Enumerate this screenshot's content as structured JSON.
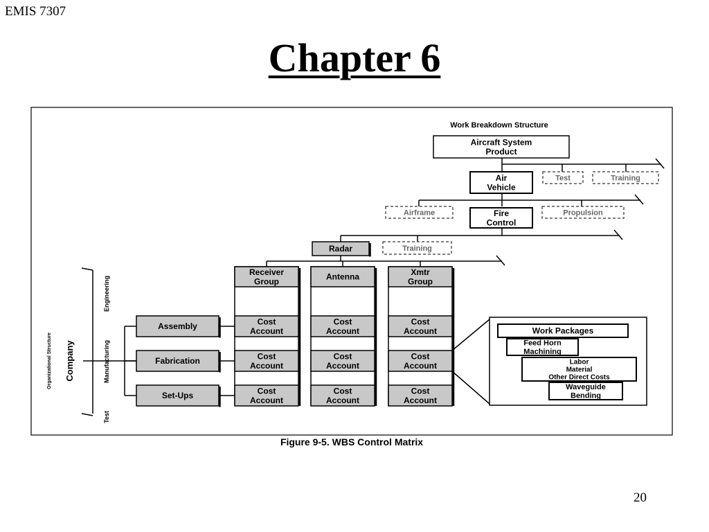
{
  "header": {
    "course_label": "EMIS 7307",
    "title": "Chapter 6"
  },
  "footer": {
    "page_number": "20"
  },
  "figure": {
    "caption": "Figure 9-5. WBS Control Matrix",
    "wbs_heading": "Work Breakdown Structure",
    "aircraft_system": [
      "Aircraft System",
      "Product"
    ],
    "air_vehicle": [
      "Air",
      "Vehicle"
    ],
    "test": "Test",
    "training": "Training",
    "airframe": "Airframe",
    "fire_control": [
      "Fire",
      "Control"
    ],
    "propulsion": "Propulsion",
    "radar": "Radar",
    "training_2": "Training",
    "receiver_group": [
      "Receiver",
      "Group"
    ],
    "antenna": "Antenna",
    "xmtr_group": [
      "Xmtr",
      "Group"
    ],
    "cost_account": [
      "Cost",
      "Account"
    ],
    "org_structure": "Organizational Structure",
    "company": "Company",
    "engineering": "Engineering",
    "manufacturing": "Manufacturing",
    "test_dept": "Test",
    "assembly": "Assembly",
    "fabrication": "Fabrication",
    "setups": "Set-Ups",
    "work_packages": "Work Packages",
    "feed_horn": [
      "Feed Horn",
      "Machining"
    ],
    "labor_items": [
      "Labor",
      "Material",
      "Other Direct Costs"
    ],
    "waveguide": [
      "Waveguide",
      "Bending"
    ]
  }
}
